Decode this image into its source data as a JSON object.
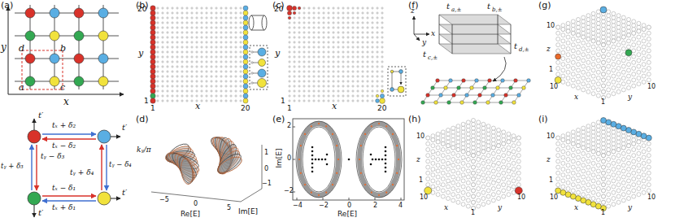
{
  "diagram": {
    "labels": [
      "(a)",
      "y",
      "x",
      "a",
      "b",
      "c",
      "d",
      "t′",
      "t′",
      "t′",
      "t′",
      "tₓ + δ₂",
      "tₓ − δ₂",
      "tₓ − δ₁",
      "tₓ + δ₁",
      "tᵧ + δ₃",
      "tᵧ − δ₃",
      "tᵧ + δ₄",
      "tᵧ − δ₄",
      "(b)",
      "20",
      "y",
      "1",
      "1",
      "x",
      "20",
      "(c)",
      "20",
      "y",
      "1",
      "1",
      "x",
      "20",
      "(d)",
      "kᵧ/π",
      "−5",
      "0",
      "5",
      "Re[E]",
      "Im[E]",
      "1",
      "0",
      "−1",
      "(e)",
      "Im[E]",
      "2",
      "0",
      "−2",
      "−4",
      "−2",
      "0",
      "2",
      "4",
      "Re[E]",
      "(f)",
      "z",
      "x",
      "y",
      "t",
      "a,±",
      "t",
      "b,±",
      "t",
      "c,±",
      "t",
      "d,±",
      "(g)",
      "10",
      "z",
      "1",
      "10",
      "x",
      "1",
      "y",
      "10",
      "(h)",
      "10",
      "z",
      "1",
      "10",
      "x",
      "1",
      "y",
      "10",
      "(i)",
      "10",
      "z",
      "1",
      "10",
      "x",
      "1",
      "y",
      "10"
    ]
  }
}
